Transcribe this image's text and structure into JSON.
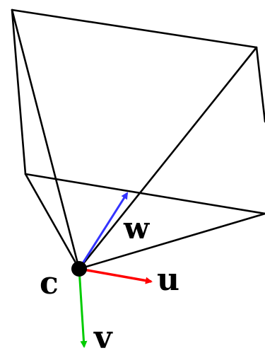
{
  "labels": {
    "center": "c",
    "u": "u",
    "v": "v",
    "w": "w"
  },
  "colors": {
    "frustum": "#000000",
    "u_axis": "#ff0000",
    "v_axis": "#00cc00",
    "w_axis": "#3333ff",
    "center_dot": "#000000"
  },
  "icons": {
    "center": "camera-center-dot"
  }
}
